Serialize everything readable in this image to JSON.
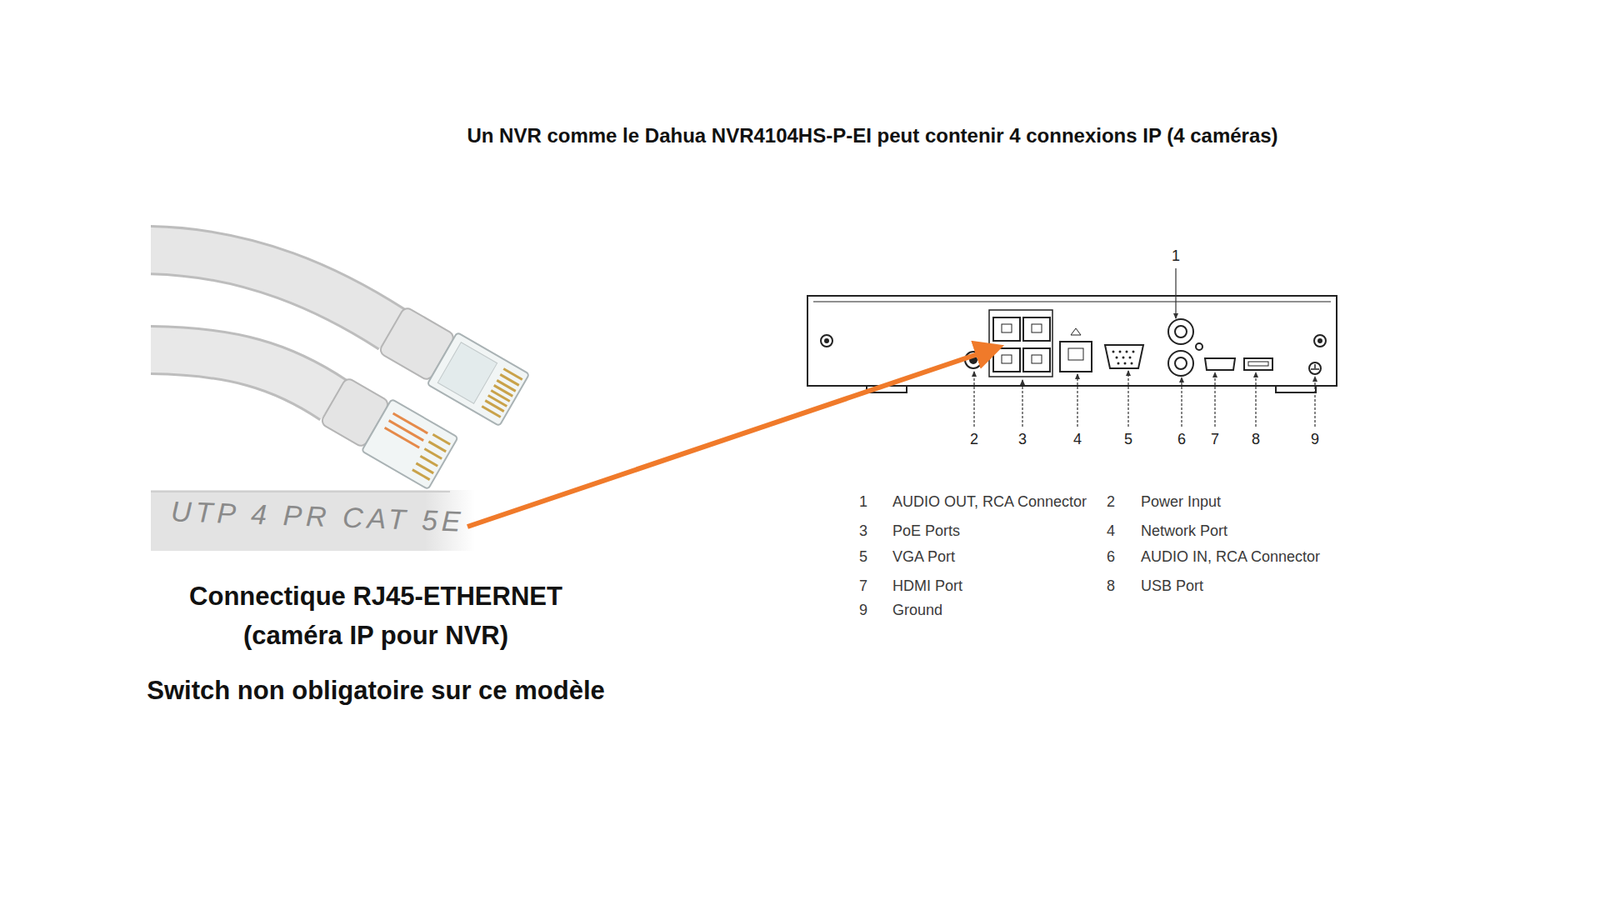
{
  "diagram": {
    "title": "Un NVR comme le Dahua NVR4104HS-P-EI peut contenir 4 connexions IP (4 caméras)",
    "labels": [
      "UTP 4 PR CAT 5E",
      "Connectique RJ45-ETHERNET",
      "(caméra IP pour NVR)",
      "Switch non obligatoire sur ce modèle",
      "1",
      "2",
      "3",
      "4",
      "5",
      "6",
      "7",
      "8",
      "9",
      "1",
      "AUDIO OUT, RCA Connector",
      "2",
      "Power Input",
      "3",
      "PoE Ports",
      "4",
      "Network Port",
      "5",
      "VGA Port",
      "6",
      "AUDIO IN, RCA Connector",
      "7",
      "HDMI Port",
      "8",
      "USB Port",
      "9",
      "Ground"
    ]
  }
}
